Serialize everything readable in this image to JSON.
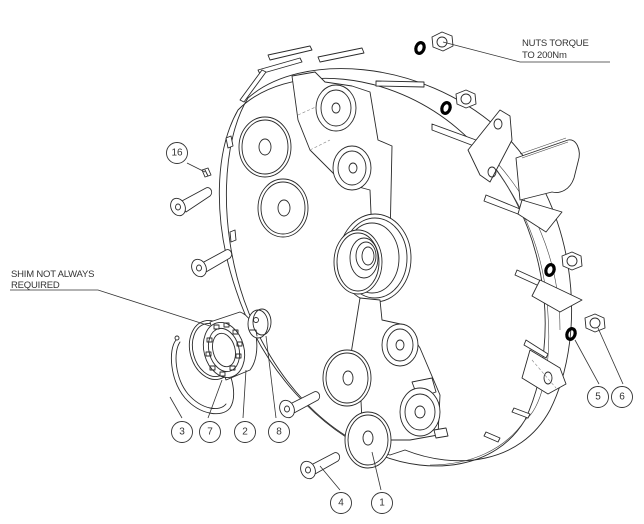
{
  "drawing": {
    "type": "exploded-assembly-view",
    "line_color": "#2a2a2a",
    "background": "#ffffff",
    "notes": [
      {
        "id": "nuts-torque",
        "lines": [
          "NUTS TORQUE",
          "TO 200Nm"
        ]
      },
      {
        "id": "shim-note",
        "lines": [
          "SHIM NOT ALWAYS",
          "REQUIRED"
        ]
      }
    ],
    "balloons": [
      {
        "label": "16"
      },
      {
        "label": "3"
      },
      {
        "label": "7"
      },
      {
        "label": "2"
      },
      {
        "label": "8"
      },
      {
        "label": "4"
      },
      {
        "label": "1"
      },
      {
        "label": "5"
      },
      {
        "label": "6"
      }
    ]
  }
}
